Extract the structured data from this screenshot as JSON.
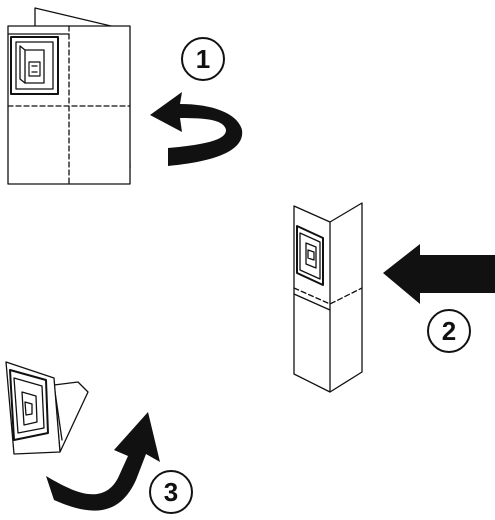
{
  "steps": [
    {
      "number": "1",
      "action": "fold"
    },
    {
      "number": "2",
      "action": "push"
    },
    {
      "number": "3",
      "action": "fold-up"
    }
  ],
  "colors": {
    "ink": "#111111",
    "paper": "#ffffff"
  }
}
